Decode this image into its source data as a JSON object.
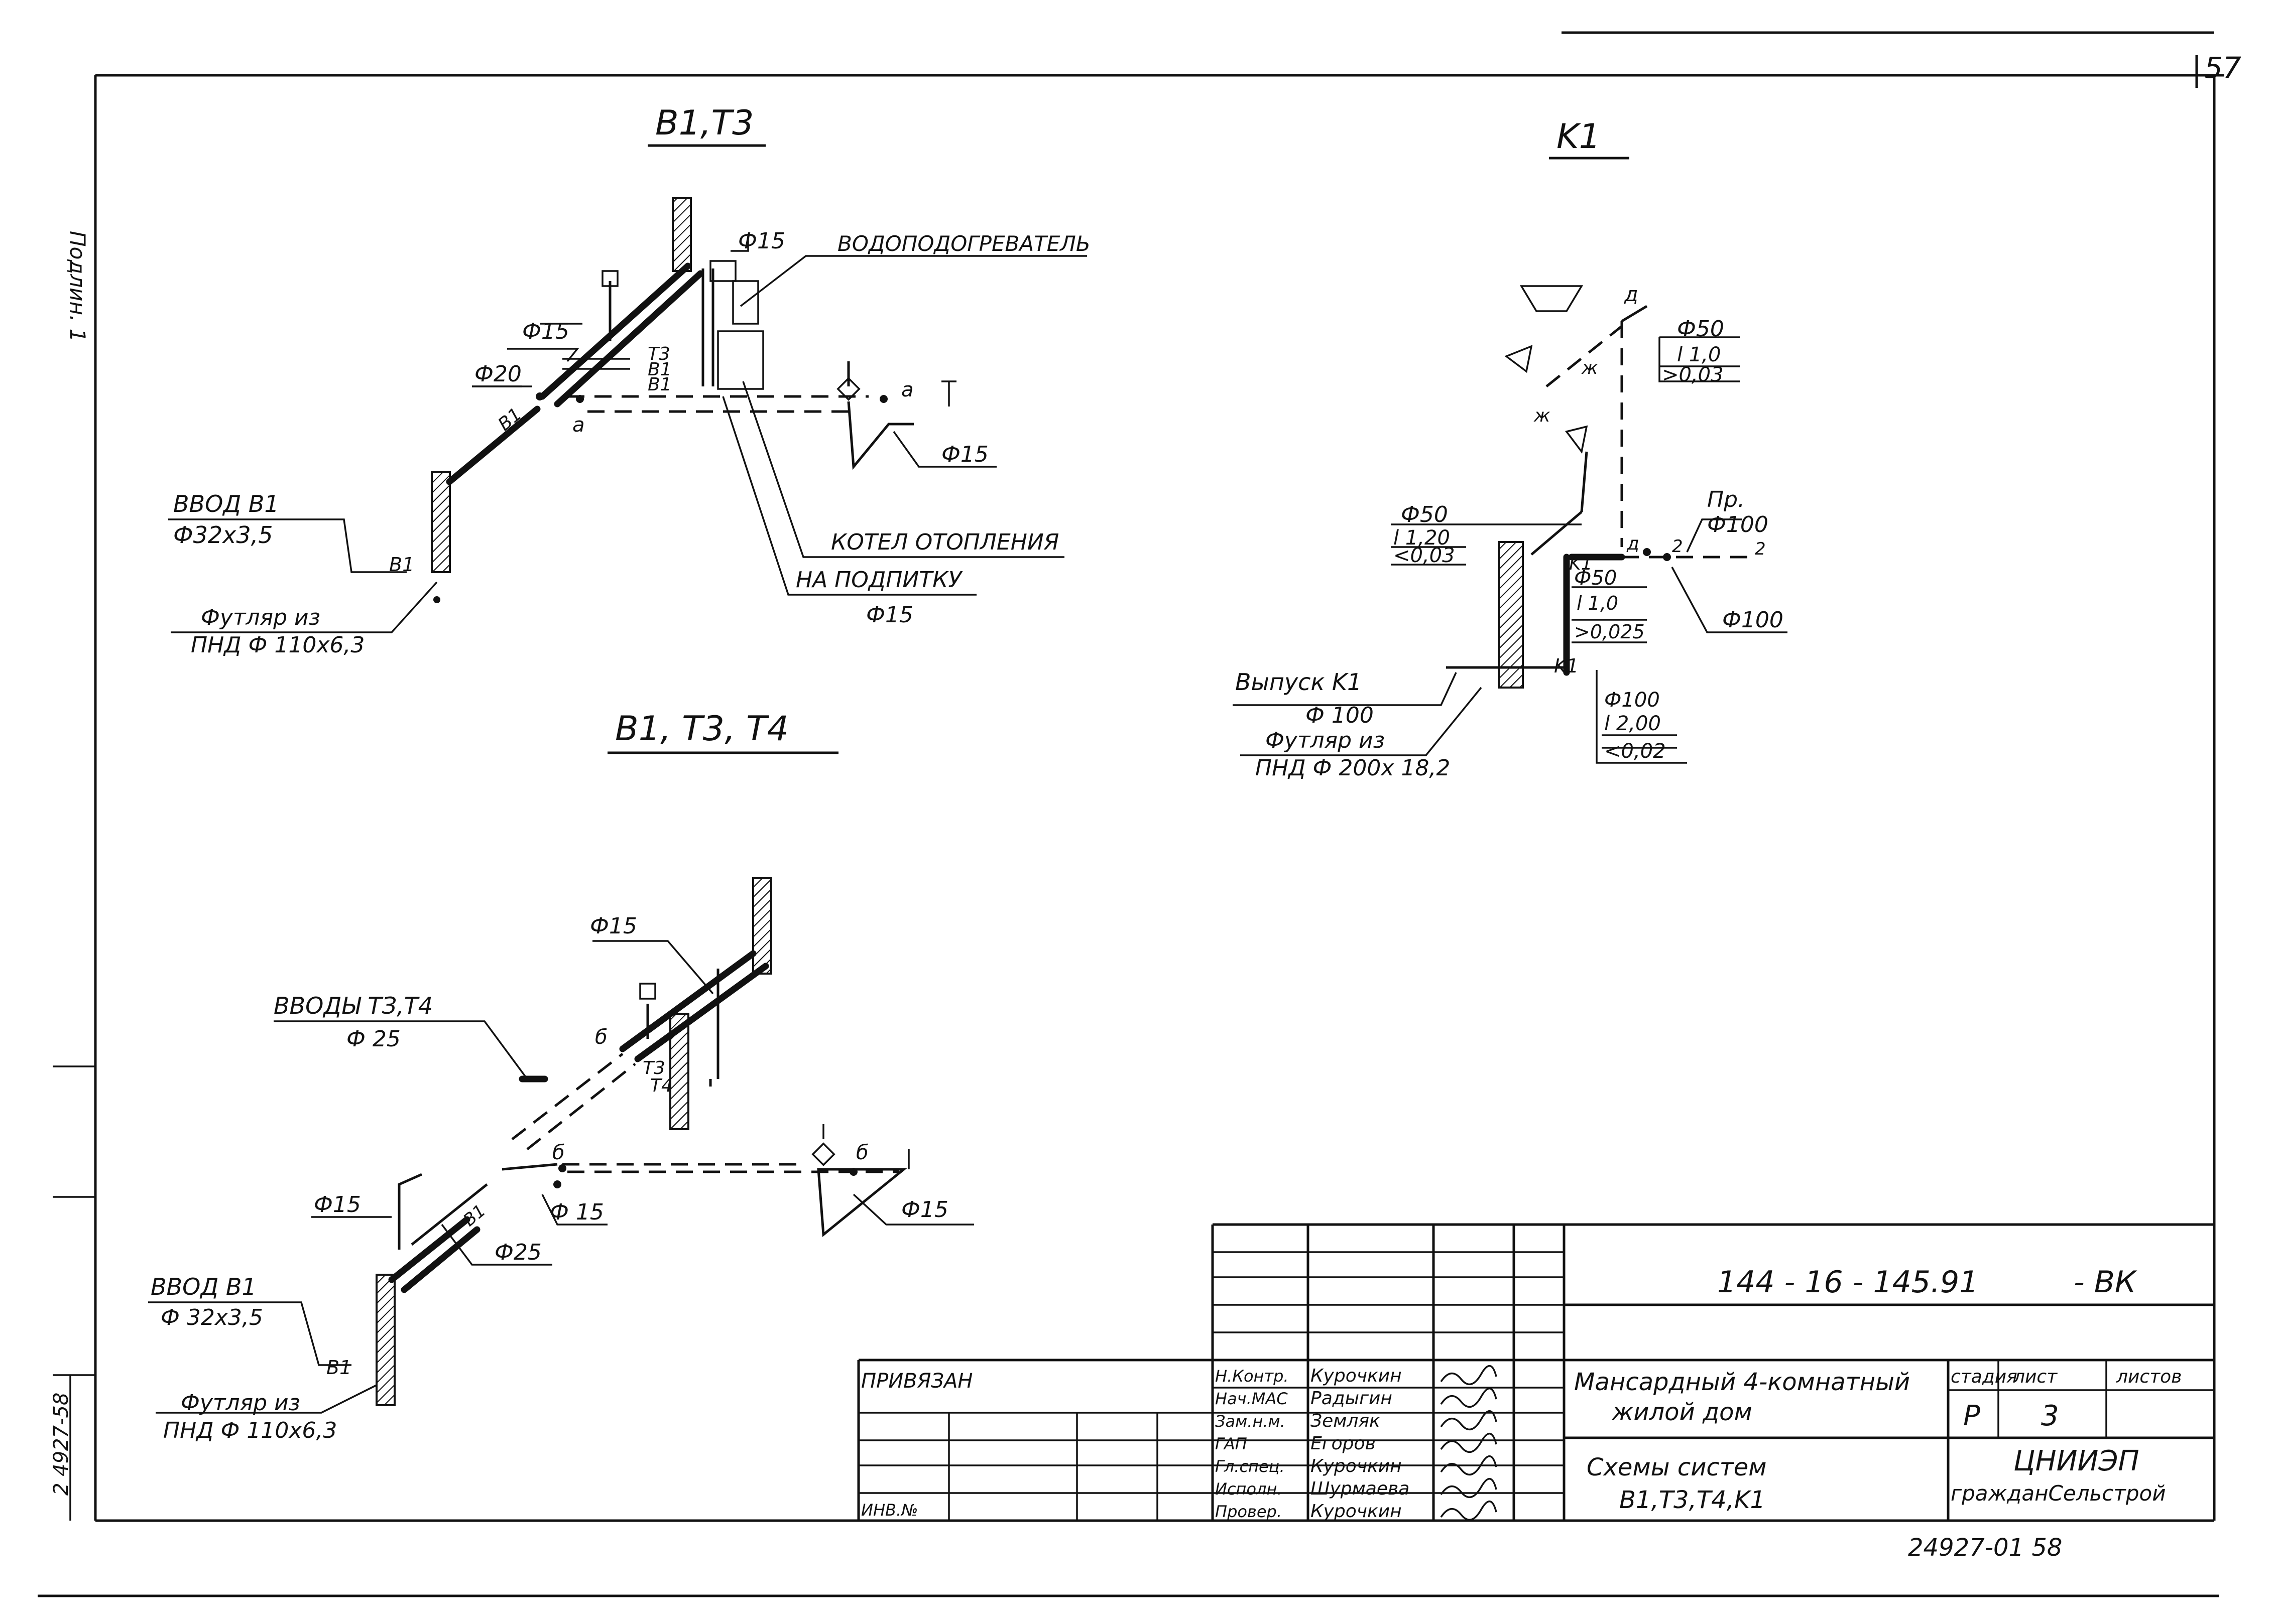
{
  "sheet": {
    "page_number": "57",
    "side_label_top": "Подлин. 1",
    "side_label_bottom": "2 4927-58",
    "catalog_number": "24927-01  58"
  },
  "diagrams": {
    "b1t3": {
      "title": "B1,T3",
      "heater_label": "ВОДОПОДОГРЕВАТЕЛЬ",
      "d15_top": "Ф15",
      "d15_left": "Ф15",
      "d20": "Ф20",
      "t3": "T3",
      "b1_a": "B1",
      "b1_b": "B1",
      "b1_pipe": "B1",
      "a_1": "a",
      "a_2": "a",
      "d15_right": "Ф15",
      "input_label": "ВВОД B1",
      "input_size": "Ф32х3,5",
      "input_mark": "B1",
      "boiler_label": "КОТЕЛ ОТОПЛЕНИЯ",
      "feed_label": "НА ПОДПИТКУ",
      "feed_size": "Ф15",
      "sleeve_label": "Футляр из",
      "sleeve_size": "ПНД Ф 110х6,3"
    },
    "k1": {
      "title": "K1",
      "d50_top": "Ф50",
      "l10_top": "l 1,0",
      "slope_top": ">0,03",
      "d_label": "д",
      "zh_1": "ж",
      "zh_2": "ж",
      "d50_left": "Ф50",
      "l120": "l 1,20",
      "slope_left": "<0,03",
      "k1_a": "K1",
      "d_2": "д",
      "two_a": "2",
      "two_b": "2",
      "pr_label": "Пр.",
      "pr_size": "Ф100",
      "d100_right": "Ф100",
      "d50_mid": "Ф50",
      "l10_mid": "l 1,0",
      "slope_mid": ">0,025",
      "k1_b": "K1",
      "outlet_label": "Выпуск K1",
      "outlet_size": "Ф 100",
      "sleeve_label": "Футляр из",
      "sleeve_size": "ПНД Ф 200х 18,2",
      "d100_bottom": "Ф100",
      "l200": "l 2,00",
      "slope_bottom": "<0,02"
    },
    "b1t3t4": {
      "title": "B1, T3, T4",
      "d15_top": "Ф15",
      "inputs_label": "ВВОДЫ ТЗ,Т4",
      "inputs_size": "Ф 25",
      "b_1": "б",
      "b_2": "б",
      "b_3": "б",
      "t3": "T3",
      "t4": "T4",
      "d15_left": "Ф15",
      "d15_mid": "Ф 15",
      "d15_right": "Ф15",
      "d25": "Ф25",
      "b1_small": "B1",
      "input_label": "ВВОД B1",
      "input_size": "Ф 32х3,5",
      "input_mark": "B1",
      "sleeve_label": "Футляр из",
      "sleeve_size": "ПНД Ф 110х6,3"
    }
  },
  "title_block": {
    "document_code": "144 - 16 - 145.91",
    "document_suffix": "- ВК",
    "privyazan": "ПРИВЯЗАН",
    "inv_no": "ИНВ.№",
    "signatures": [
      {
        "role": "Н.Контр.",
        "name": "Курочкин"
      },
      {
        "role": "Нач.МАС",
        "name": "Радыгин"
      },
      {
        "role": "Зам.н.м.",
        "name": "Земляк"
      },
      {
        "role": "ГАП",
        "name": "Егоров"
      },
      {
        "role": "Гл.спец.",
        "name": "Курочкин"
      },
      {
        "role": "Исполн.",
        "name": "Шурмаева"
      },
      {
        "role": "Провер.",
        "name": "Курочкин"
      }
    ],
    "project_name_line1": "Мансардный 4-комнатный",
    "project_name_line2": "жилой дом",
    "sheet_title_line1": "Схемы систем",
    "sheet_title_line2": "B1,T3,T4,K1",
    "stage_header": "стадия",
    "sheet_header": "лист",
    "sheets_header": "листов",
    "stage_value": "Р",
    "sheet_value": "3",
    "org_line1": "ЦНИИЭП",
    "org_line2": "гражданСельстрой"
  }
}
